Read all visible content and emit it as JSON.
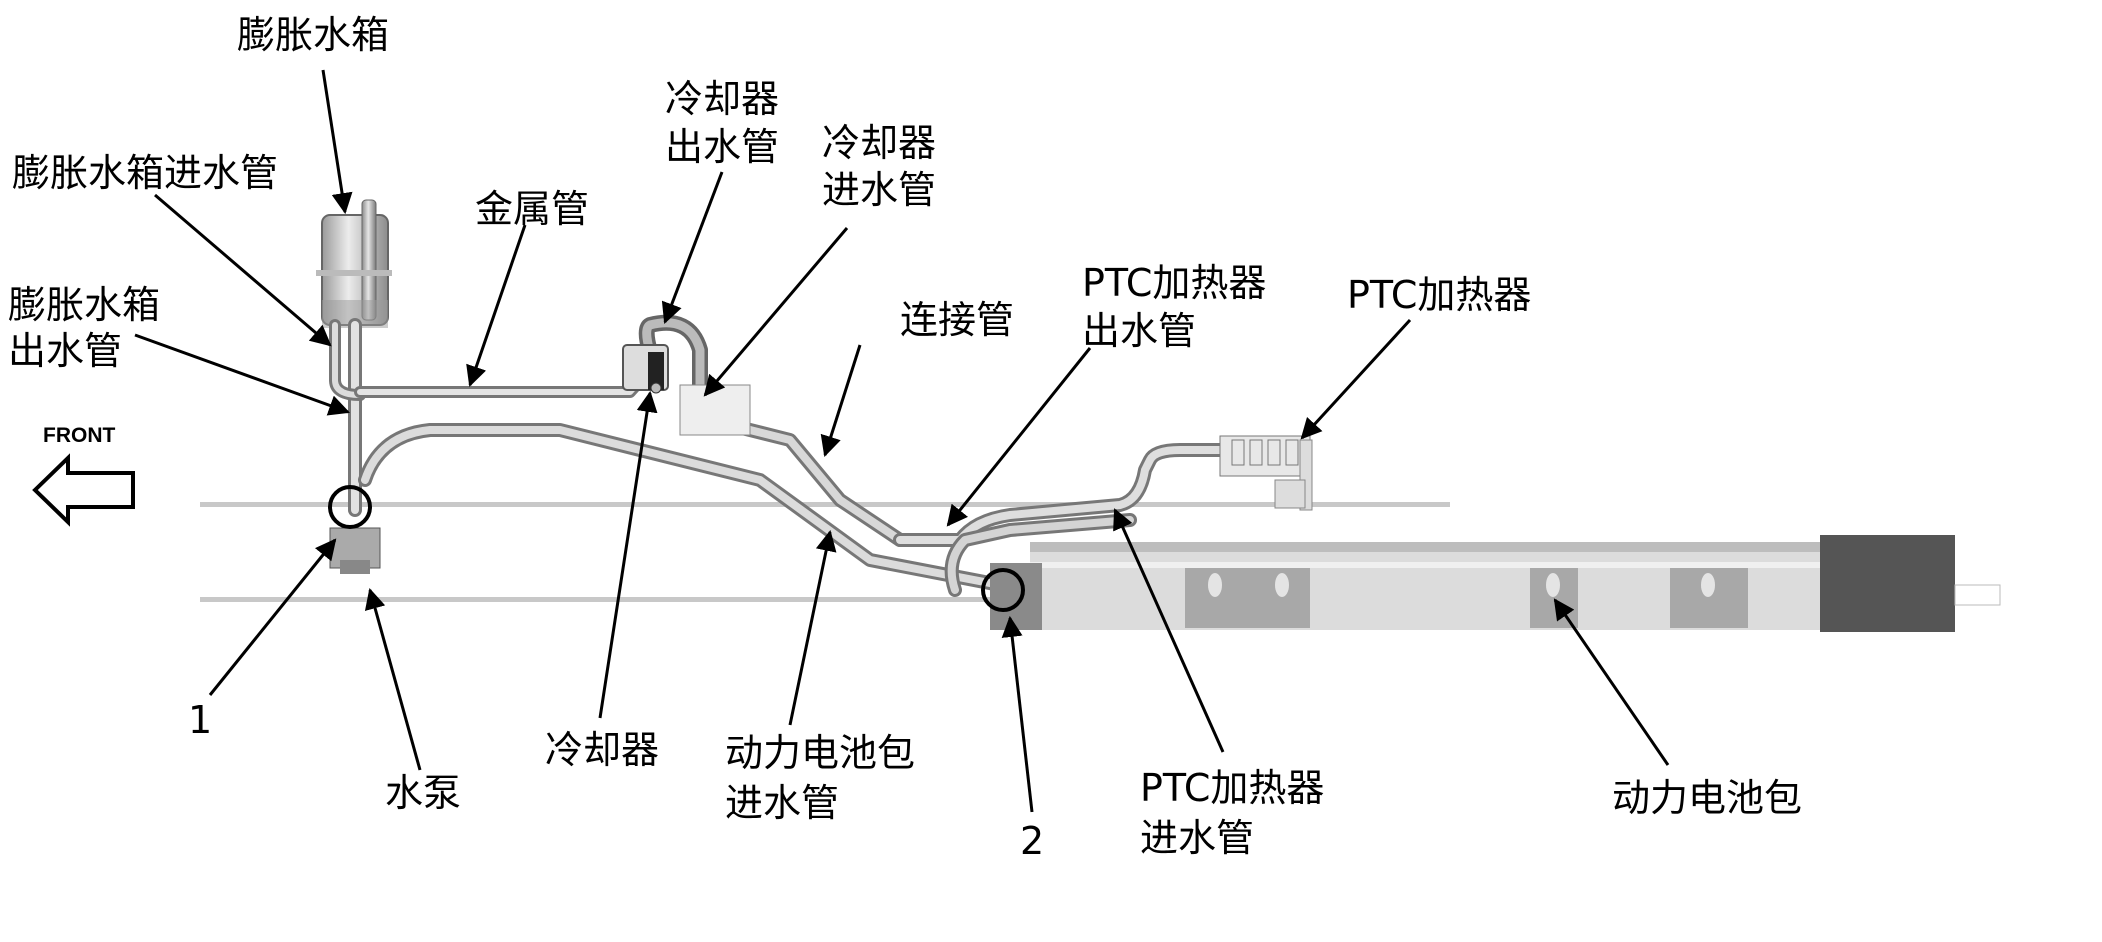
{
  "diagram": {
    "title": "冷却系统部件位置",
    "direction_label": "FRONT",
    "components": [
      {
        "id": "expansion_tank",
        "label": "膨胀水箱"
      },
      {
        "id": "expansion_tank_inlet_hose",
        "label": "膨胀水箱进水管"
      },
      {
        "id": "expansion_tank_outlet_hose",
        "label_line1": "膨胀水箱",
        "label_line2": "出水管"
      },
      {
        "id": "metal_pipe",
        "label": "金属管"
      },
      {
        "id": "chiller_outlet_hose",
        "label_line1": "冷却器",
        "label_line2": "出水管"
      },
      {
        "id": "chiller_inlet_hose",
        "label_line1": "冷却器",
        "label_line2": "进水管"
      },
      {
        "id": "connecting_pipe",
        "label": "连接管"
      },
      {
        "id": "ptc_heater_outlet_hose",
        "label_line1": "PTC加热器",
        "label_line2": "出水管"
      },
      {
        "id": "ptc_heater",
        "label": "PTC加热器"
      },
      {
        "id": "callout_1",
        "label": "1"
      },
      {
        "id": "water_pump",
        "label": "水泵"
      },
      {
        "id": "chiller",
        "label": "冷却器"
      },
      {
        "id": "battery_pack_inlet_hose",
        "label_line1": "动力电池包",
        "label_line2": "进水管"
      },
      {
        "id": "callout_2",
        "label": "2"
      },
      {
        "id": "ptc_heater_inlet_hose",
        "label_line1": "PTC加热器",
        "label_line2": "进水管"
      },
      {
        "id": "battery_pack",
        "label": "动力电池包"
      }
    ]
  }
}
